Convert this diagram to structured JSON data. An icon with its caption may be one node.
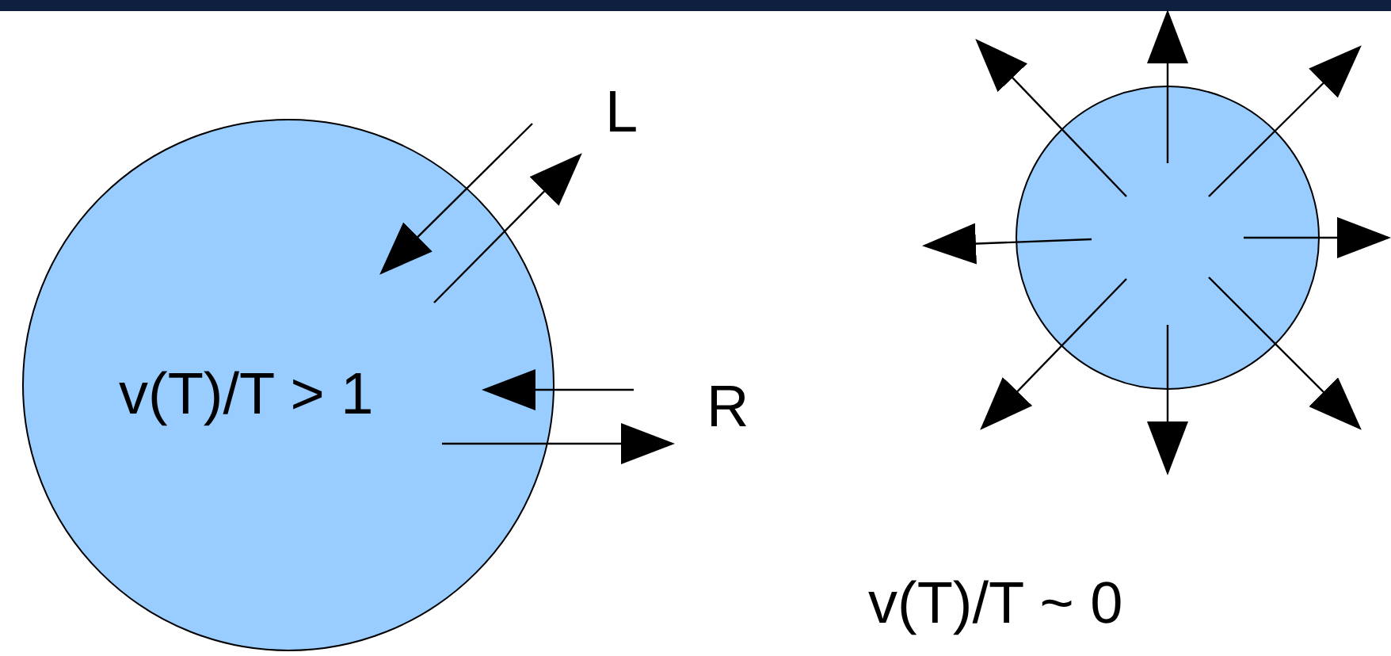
{
  "diagram": {
    "nodes": [
      {
        "text": [
          "v(T)/T > 1"
        ]
      },
      {
        "text": [],
        "shape": "circle",
        "beside": [
          "v(T)/T ~ 0"
        ]
      }
    ],
    "edges": [
      {
        "from": null,
        "to": 0,
        "arrow": "to"
      },
      {
        "from": 0,
        "to": null,
        "arrow": "to"
      },
      {
        "from": null,
        "to": 0,
        "arrow": "to"
      },
      {
        "from": 0,
        "to": null,
        "arrow": "to"
      },
      {
        "from": 1,
        "to": null,
        "arrow": "to"
      },
      {
        "from": 1,
        "to": null,
        "arrow": "to"
      },
      {
        "from": 1,
        "to": null,
        "arrow": "to"
      },
      {
        "from": 1,
        "to": null,
        "arrow": "to"
      },
      {
        "from": 1,
        "to": null,
        "arrow": "to"
      },
      {
        "from": 1,
        "to": null,
        "arrow": "to"
      },
      {
        "from": 1,
        "to": null,
        "arrow": "to"
      },
      {
        "from": 1,
        "to": null,
        "arrow": "to"
      }
    ],
    "labels": [
      "L",
      "R"
    ]
  }
}
